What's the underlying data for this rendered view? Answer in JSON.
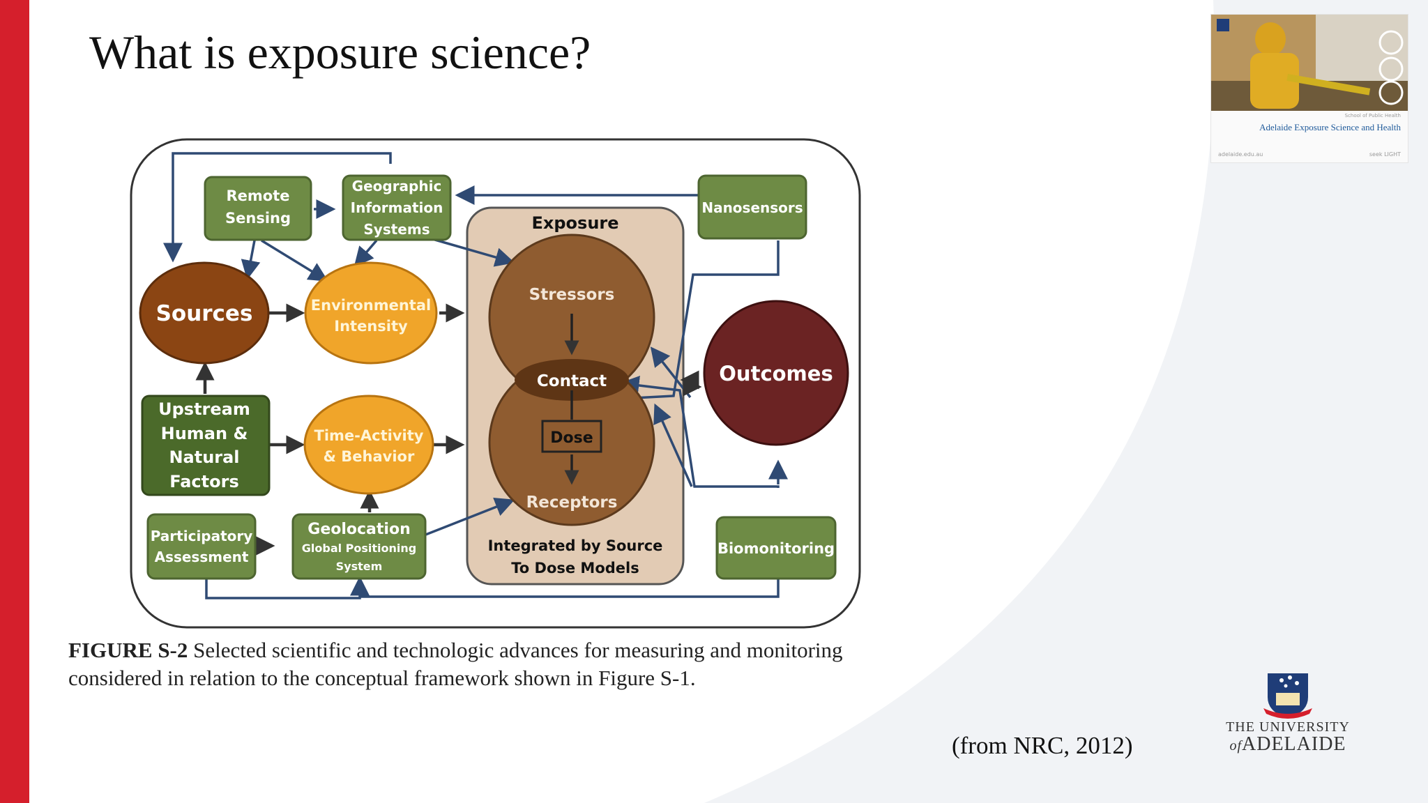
{
  "slide": {
    "title": "What is exposure science?",
    "source_note": "(from NRC, 2012)",
    "caption_label": "FIGURE S-2",
    "caption_text": " Selected scientific and technologic advances for measuring and monitoring considered in relation to the conceptual framework shown in Figure S-1."
  },
  "diagram": {
    "nodes": {
      "remote_sensing": [
        "Remote",
        "Sensing"
      ],
      "gis": [
        "Geographic",
        "Information",
        "Systems"
      ],
      "nanosensors": [
        "Nanosensors"
      ],
      "sources": [
        "Sources"
      ],
      "environmental_intensity": [
        "Environmental",
        "Intensity"
      ],
      "exposure": [
        "Exposure"
      ],
      "stressors": [
        "Stressors"
      ],
      "contact": [
        "Contact"
      ],
      "dose": [
        "Dose"
      ],
      "receptors": [
        "Receptors"
      ],
      "outcomes": [
        "Outcomes"
      ],
      "upstream": [
        "Upstream",
        "Human &",
        "Natural",
        "Factors"
      ],
      "time_activity": [
        "Time-Activity",
        "& Behavior"
      ],
      "participatory": [
        "Participatory",
        "Assessment"
      ],
      "geolocation_title": [
        "Geolocation"
      ],
      "geolocation_sub": [
        "Global Positioning",
        "System"
      ],
      "integrated": [
        "Integrated by Source",
        "To Dose Models"
      ],
      "biomonitoring": [
        "Biomonitoring"
      ]
    }
  },
  "thumbnail": {
    "title": "Adelaide Exposure Science and Health",
    "footer_left": "adelaide.edu.au",
    "footer_right": "seek LIGHT",
    "top_right": "School of Public Health"
  },
  "logo": {
    "line1": "THE UNIVERSITY",
    "line2_prefix": "of",
    "line2": "ADELAIDE"
  },
  "colors": {
    "accent_red": "#d51f2c",
    "box_green": "#6e8b45",
    "dark_green": "#4b6a2a",
    "sources_brown": "#8b4513",
    "orange": "#f0a52a",
    "exposure_panel": "#e2cbb4",
    "circle_brown": "#8f5c30",
    "outcomes_maroon": "#6b2323",
    "arrow_blue": "#2f4a73"
  }
}
